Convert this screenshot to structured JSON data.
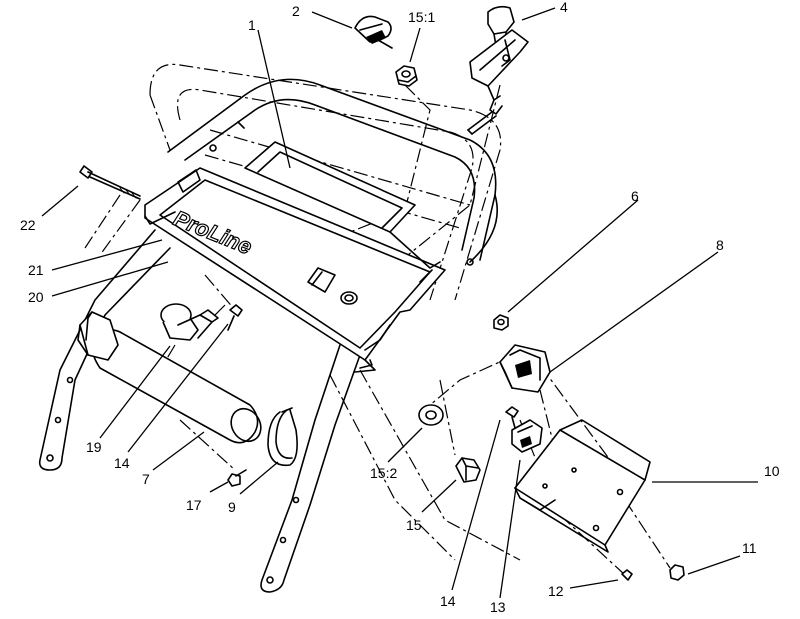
{
  "logo_text": "ProLine",
  "callouts": [
    {
      "id": "c1",
      "text": "1"
    },
    {
      "id": "c2",
      "text": "2"
    },
    {
      "id": "c151",
      "text": "15:1"
    },
    {
      "id": "c4",
      "text": "4"
    },
    {
      "id": "c6",
      "text": "6"
    },
    {
      "id": "c8",
      "text": "8"
    },
    {
      "id": "c22",
      "text": "22"
    },
    {
      "id": "c21",
      "text": "21"
    },
    {
      "id": "c20",
      "text": "20"
    },
    {
      "id": "c19",
      "text": "19"
    },
    {
      "id": "c14a",
      "text": "14"
    },
    {
      "id": "c7",
      "text": "7"
    },
    {
      "id": "c17",
      "text": "17"
    },
    {
      "id": "c9",
      "text": "9"
    },
    {
      "id": "c152",
      "text": "15:2"
    },
    {
      "id": "c15",
      "text": "15"
    },
    {
      "id": "c14b",
      "text": "14"
    },
    {
      "id": "c13",
      "text": "13"
    },
    {
      "id": "c10",
      "text": "10"
    },
    {
      "id": "c11",
      "text": "11"
    },
    {
      "id": "c12",
      "text": "12"
    }
  ]
}
